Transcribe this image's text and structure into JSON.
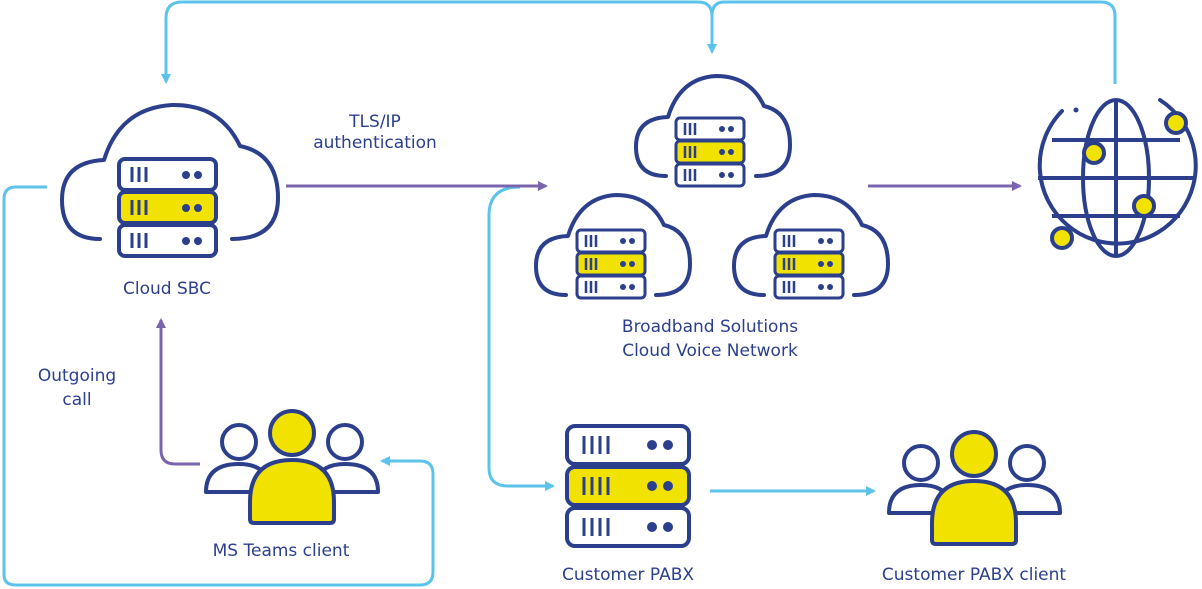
{
  "colors": {
    "navy": "#2b3f8c",
    "yellow": "#f2e200",
    "cyan": "#5cc3ea",
    "purple": "#7a64ad",
    "white": "#ffffff"
  },
  "nodes": {
    "cloud_sbc": {
      "label": "Cloud SBC",
      "icon": "cloud-server-icon"
    },
    "broadband_network": {
      "label_line1": "Broadband Solutions",
      "label_line2": "Cloud Voice Network",
      "icon": "cloud-server-cluster-icon"
    },
    "internet": {
      "icon": "globe-network-icon"
    },
    "ms_teams_client": {
      "label": "MS Teams client",
      "icon": "user-group-icon"
    },
    "customer_pabx": {
      "label": "Customer PABX",
      "icon": "server-rack-icon"
    },
    "customer_pabx_client": {
      "label": "Customer PABX client",
      "icon": "user-group-icon"
    }
  },
  "edges": {
    "tls_ip": {
      "line1": "TLS/IP",
      "line2": "authentication"
    },
    "outgoing_call": {
      "line1": "Outgoing",
      "line2": "call"
    }
  }
}
